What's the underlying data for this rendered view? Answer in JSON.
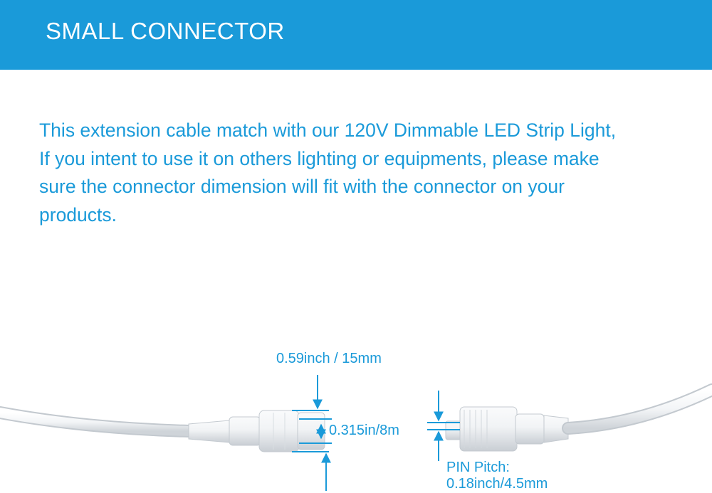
{
  "header": {
    "title": "SMALL CONNECTOR",
    "background_color": "#1a9ad9"
  },
  "description": {
    "lines": [
      "This extension cable match with our 120V Dimmable LED Strip Light,",
      "If you intent to use it on others lighting or equipments, please make",
      "sure the connector dimension will fit with the connector on your",
      "products."
    ],
    "text_color": "#1a9ad9"
  },
  "diagram": {
    "outer_diameter_label": "0.59inch / 15mm",
    "inner_diameter_label": "0.315in/8m",
    "pin_pitch_label_line1": "PIN Pitch:",
    "pin_pitch_label_line2": "0.18inch/4.5mm",
    "annotation_color": "#1a9ad9"
  }
}
